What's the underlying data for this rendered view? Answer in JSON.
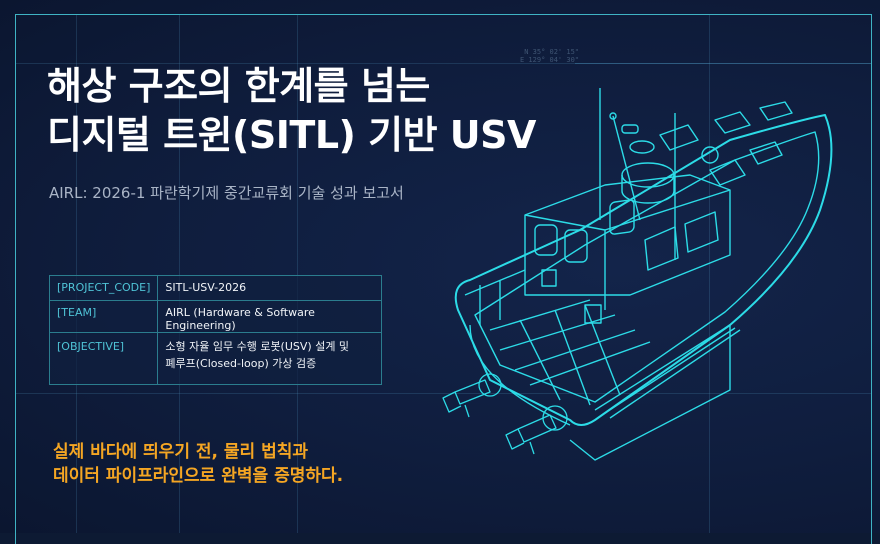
{
  "slide": {
    "title_lines": [
      "해상 구조의 한계를 넘는",
      "디지털 트윈(SITL) 기반 USV"
    ],
    "subtitle": "AIRL: 2026-1 파란학기제 중간교류회 기술 성과 보고서",
    "coordinates": [
      "N 35° 02' 15\"",
      "E 129° 04' 30\""
    ],
    "info_table": {
      "rows": [
        {
          "key": "[PROJECT_CODE]",
          "value": "SITL-USV-2026"
        },
        {
          "key": "[TEAM]",
          "value": "AIRL (Hardware & Software Engineering)"
        },
        {
          "key": "[OBJECTIVE]",
          "value_lines": [
            "소형 자율 임무 수행 로봇(USV) 설계 및",
            "폐루프(Closed-loop) 가상 검증"
          ]
        }
      ]
    },
    "tagline_lines": [
      "실제 바다에 띄우기 전, 물리 법칙과",
      "데이터 파이프라인으로 완벽을 증명하다."
    ],
    "illustration": "usv-wireframe-boat",
    "colors": {
      "background": "#0f1d3d",
      "frame": "#3fb3c4",
      "wireframe": "#2ee6f0",
      "title": "#ffffff",
      "subtitle": "#a9b4c6",
      "table_key": "#4fc3d6",
      "tagline": "#f5a623"
    }
  }
}
